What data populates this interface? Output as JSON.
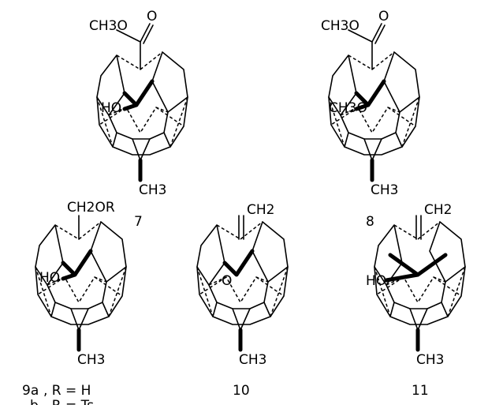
{
  "compounds": [
    {
      "id": "7",
      "number": "7",
      "labels": {
        "top": "CH3O",
        "carbonyl": "O",
        "hydroxy": "HO",
        "methyl": "CH3"
      }
    },
    {
      "id": "8",
      "number": "8",
      "labels": {
        "top": "CH3O",
        "carbonyl": "O",
        "methoxy": "CH3O",
        "methyl": "CH3"
      }
    },
    {
      "id": "9",
      "number": "9a",
      "variant_a": ", R = H",
      "variant_b_letter": "b",
      "variant_b": ", R = Ts",
      "labels": {
        "top": "CH2OR",
        "hydroxy": "HO",
        "methyl": "CH3"
      }
    },
    {
      "id": "10",
      "number": "10",
      "labels": {
        "top": "CH2",
        "ketone": "O",
        "methyl": "CH3"
      }
    },
    {
      "id": "11",
      "number": "11",
      "labels": {
        "top": "CH2",
        "hydroxy": "HO",
        "methyl": "CH3"
      }
    }
  ]
}
